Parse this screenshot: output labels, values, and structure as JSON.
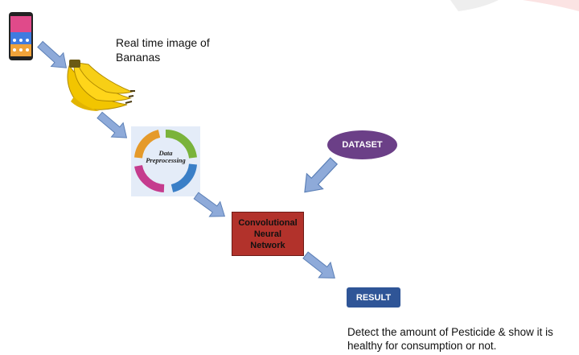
{
  "image_caption": "Real time image of Bananas",
  "preprocessing_label": "Data Preprocessing",
  "dataset_label": "DATASET",
  "cnn_label": [
    "Convolutional",
    "Neural",
    "Network"
  ],
  "result_label": "RESULT",
  "result_caption": "Detect the amount of Pesticide & show it is healthy for consumption or not.",
  "colors": {
    "arrow_fill": "#8eaad9",
    "arrow_stroke": "#5b7fb6",
    "dataset_fill": "#6b3f87",
    "cnn_fill": "#b2322b",
    "result_fill": "#2f5597"
  },
  "icons": [
    "smartphone-icon",
    "bananas-image",
    "data-preprocessing-cycle-icon"
  ]
}
